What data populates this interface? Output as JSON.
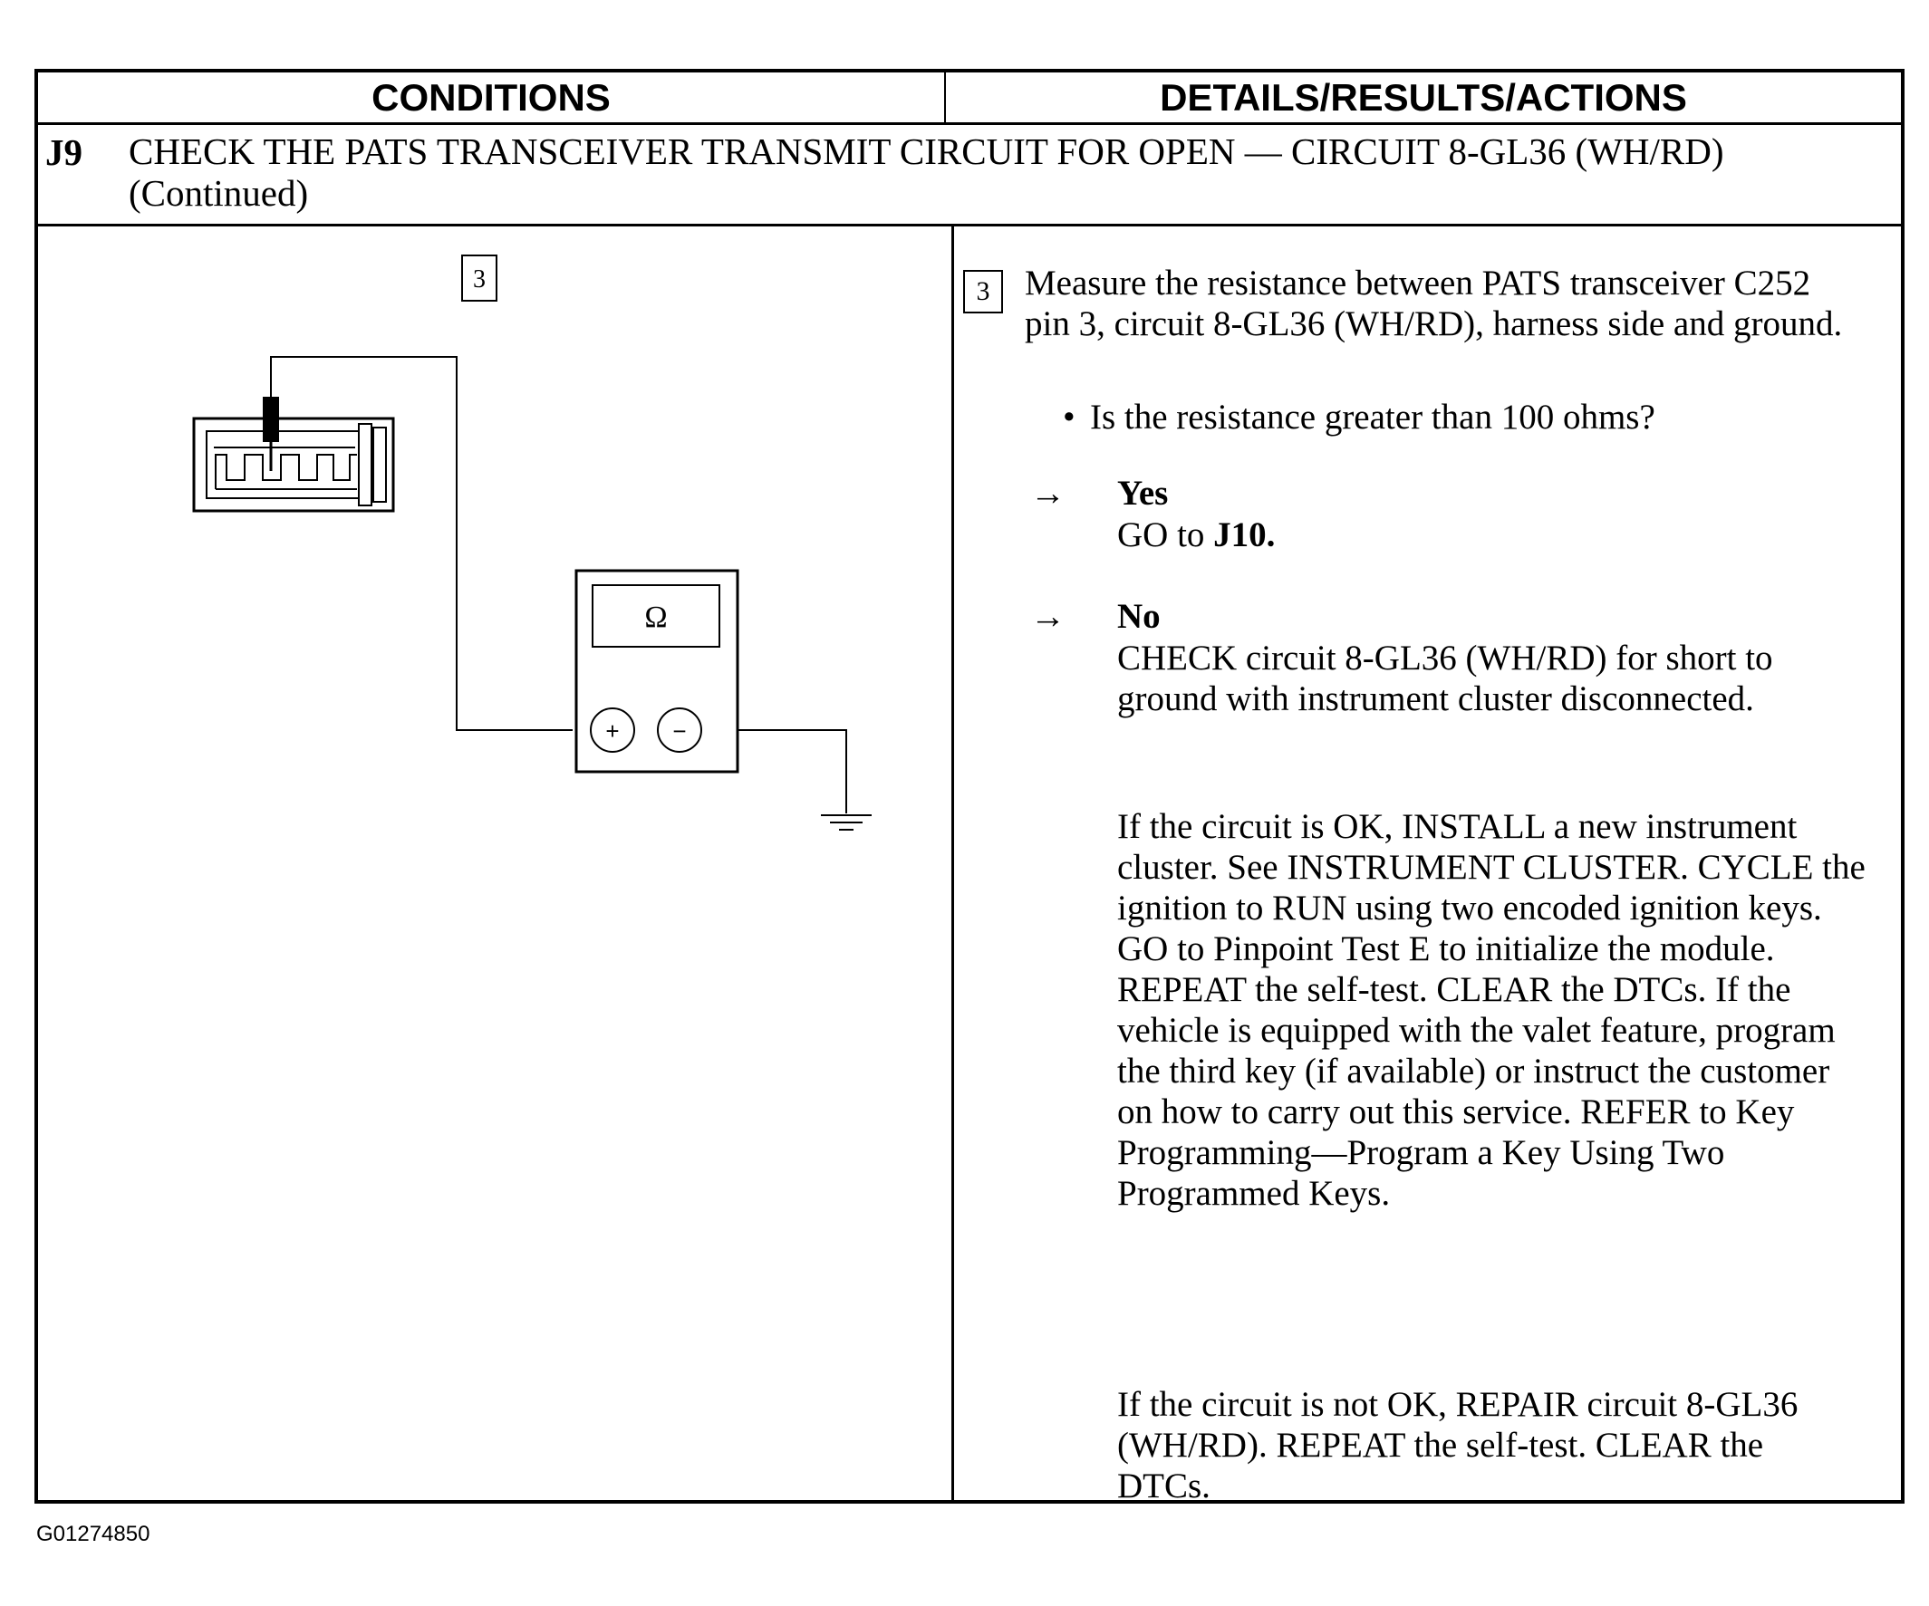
{
  "header": {
    "conditions": "CONDITIONS",
    "details": "DETAILS/RESULTS/ACTIONS"
  },
  "step": {
    "id": "J9",
    "title": "CHECK THE PATS TRANSCEIVER TRANSMIT CIRCUIT FOR OPEN — CIRCUIT 8-GL36 (WH/RD) (Continued)"
  },
  "diagram": {
    "step_number": "3",
    "meter_symbol": "Ω",
    "plus_symbol": "+",
    "minus_symbol": "−",
    "icons": [
      "connector-icon",
      "ohmmeter-icon",
      "ground-symbol-icon"
    ]
  },
  "details": {
    "step_number": "3",
    "measure": "Measure the resistance between PATS transceiver C252 pin 3, circuit 8-GL36 (WH/RD), harness side and ground.",
    "bullet": "•",
    "question": "Is the resistance greater than 100 ohms?",
    "arrow": "→",
    "yes_label": "Yes",
    "yes_action_prefix": "GO to ",
    "yes_action_target": "J10.",
    "no_label": "No",
    "no_action": "CHECK circuit 8-GL36 (WH/RD) for short to ground with instrument cluster disconnected.",
    "ok_text": "If the circuit is OK, INSTALL a new instrument cluster. See INSTRUMENT CLUSTER. CYCLE the ignition to RUN using two encoded ignition keys. GO to Pinpoint Test E to initialize the module. REPEAT the self-test. CLEAR the DTCs. If the vehicle is equipped with the valet feature, program the third key (if available) or instruct the customer on how to carry out this service. REFER to Key Programming—Program a Key Using Two Programmed Keys.",
    "notok_text": "If the circuit is not OK, REPAIR circuit 8-GL36 (WH/RD). REPEAT the self-test. CLEAR the DTCs."
  },
  "figure_id": "G01274850"
}
